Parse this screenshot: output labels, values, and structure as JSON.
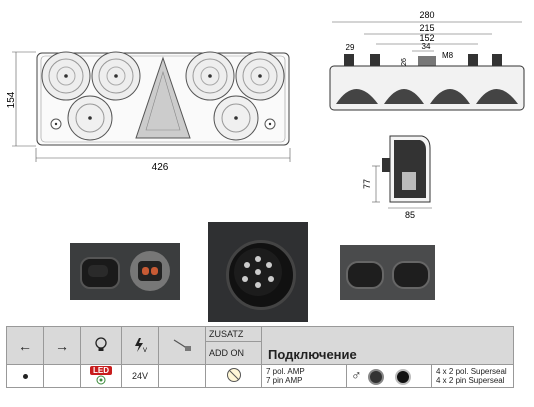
{
  "front_view": {
    "width_dim": "426",
    "height_dim": "154"
  },
  "top_view": {
    "dim_280": "280",
    "dim_215": "215",
    "dim_152": "152",
    "dim_34": "34",
    "dim_29": "29",
    "dim_26": "26",
    "dim_m8": "M8"
  },
  "side_view": {
    "height_dim": "77",
    "depth_dim": "85"
  },
  "table": {
    "zusatz": "ZUSATZ",
    "add_on": "ADD ON",
    "connection_title": "Подключение",
    "voltage": "24V",
    "led_badge": "LED",
    "pin_7pol": "7 pol. AMP",
    "pin_7pin": "7 pin AMP",
    "superseal_pol": "4 x 2 pol. Superseal",
    "superseal_pin": "4 x 2 pin Superseal",
    "icons": {
      "left": "arrow-left-icon",
      "right": "arrow-right-icon",
      "bulb": "bulb-icon",
      "voltage": "voltage-icon",
      "cable": "cable-icon",
      "male": "male-symbol-icon"
    }
  }
}
